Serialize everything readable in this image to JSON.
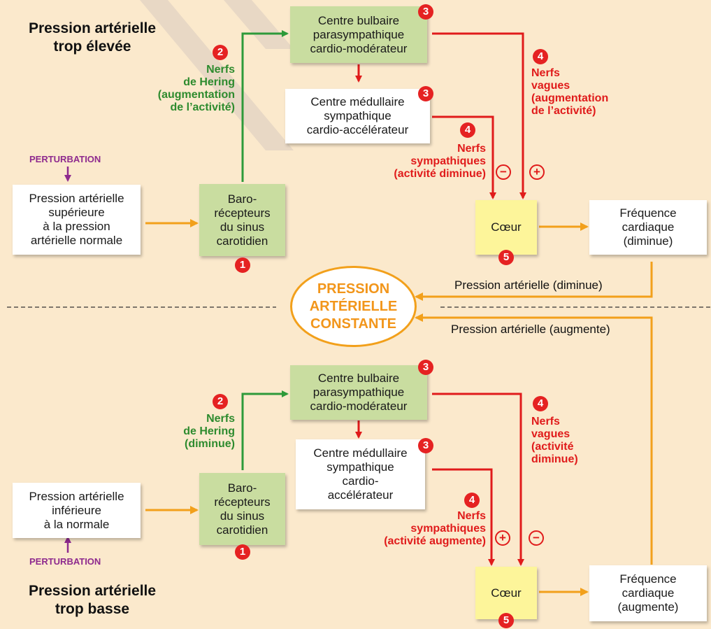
{
  "colors": {
    "background": "#fbe9cc",
    "green_box": "#c9dda0",
    "heart_box": "#fdf59a",
    "green_arrow": "#2e9a3a",
    "red_arrow": "#e01b1b",
    "orange_arrow": "#f2a01b",
    "purple": "#8e2a8e"
  },
  "center": {
    "title": "PRESSION\nARTÉRIELLE\nCONSTANTE"
  },
  "top": {
    "heading": "Pression artérielle\ntrop élevée",
    "perturbation": "PERTURBATION",
    "stimulus": "Pression artérielle\nsupérieure\nà la pression\nartérielle normale",
    "baroreceptors": "Baro-\nrécepteurs\ndu sinus\ncarotidien",
    "bulbar_center": "Centre bulbaire\nparasympathique\ncardio-modérateur",
    "medullary_center": "Centre médullaire\nsympathique\ncardio-accélérateur",
    "heart": "Cœur",
    "rate": "Fréquence\ncardiaque\n(diminue)",
    "hering_label": "Nerfs\nde Hering\n(augmentation\nde l’activité)",
    "vagus_label": "Nerfs\nvagues\n(augmentation\nde l’activité)",
    "sympathetic_label": "Nerfs\nsympathiques\n(activité diminue)",
    "sign_sympathetic": "−",
    "sign_vagus": "+",
    "pressure_feedback": "Pression artérielle (diminue)"
  },
  "bottom": {
    "heading": "Pression artérielle\ntrop basse",
    "perturbation": "PERTURBATION",
    "stimulus": "Pression artérielle\ninférieure\nà la normale",
    "baroreceptors": "Baro-\nrécepteurs\ndu sinus\ncarotidien",
    "bulbar_center": "Centre bulbaire\nparasympathique\ncardio-modérateur",
    "medullary_center": "Centre médullaire\nsympathique\ncardio-\naccélérateur",
    "heart": "Cœur",
    "rate": "Fréquence\ncardiaque\n(augmente)",
    "hering_label": "Nerfs\nde Hering\n(diminue)",
    "vagus_label": "Nerfs\nvagues\n(activité\ndiminue)",
    "sympathetic_label": "Nerfs\nsympathiques\n(activité augmente)",
    "sign_sympathetic": "+",
    "sign_vagus": "−",
    "pressure_feedback": "Pression artérielle (augmente)"
  },
  "badges": {
    "one": "1",
    "two": "2",
    "three": "3",
    "four": "4",
    "five": "5"
  }
}
